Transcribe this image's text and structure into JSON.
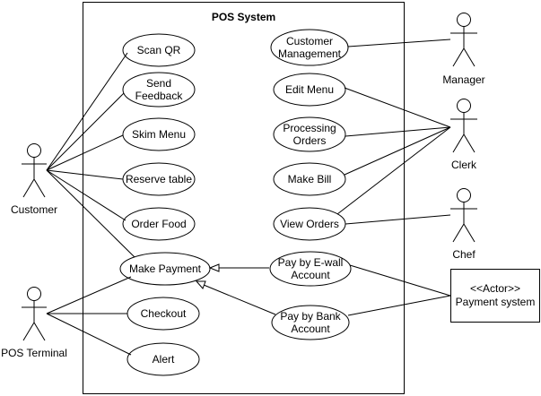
{
  "system": {
    "title": "POS System"
  },
  "actors": {
    "customer": "Customer",
    "pos_terminal": "POS Terminal",
    "manager": "Manager",
    "clerk": "Clerk",
    "chef": "Chef",
    "payment_system": {
      "stereotype": "<<Actor>>",
      "name": "Payment system"
    }
  },
  "use_cases": {
    "scan_qr": "Scan QR",
    "send_feedback": "Send\nFeedback",
    "skim_menu": "Skim Menu",
    "reserve_table": "Reserve table",
    "order_food": "Order Food",
    "make_payment": "Make Payment",
    "checkout": "Checkout",
    "alert": "Alert",
    "customer_management": "Customer\nManagement",
    "edit_menu": "Edit Menu",
    "processing_orders": "Processing\nOrders",
    "make_bill": "Make Bill",
    "view_orders": "View Orders",
    "pay_by_ewallet": "Pay by E-wall\nAccount",
    "pay_by_bank": "Pay by Bank\nAccount"
  }
}
